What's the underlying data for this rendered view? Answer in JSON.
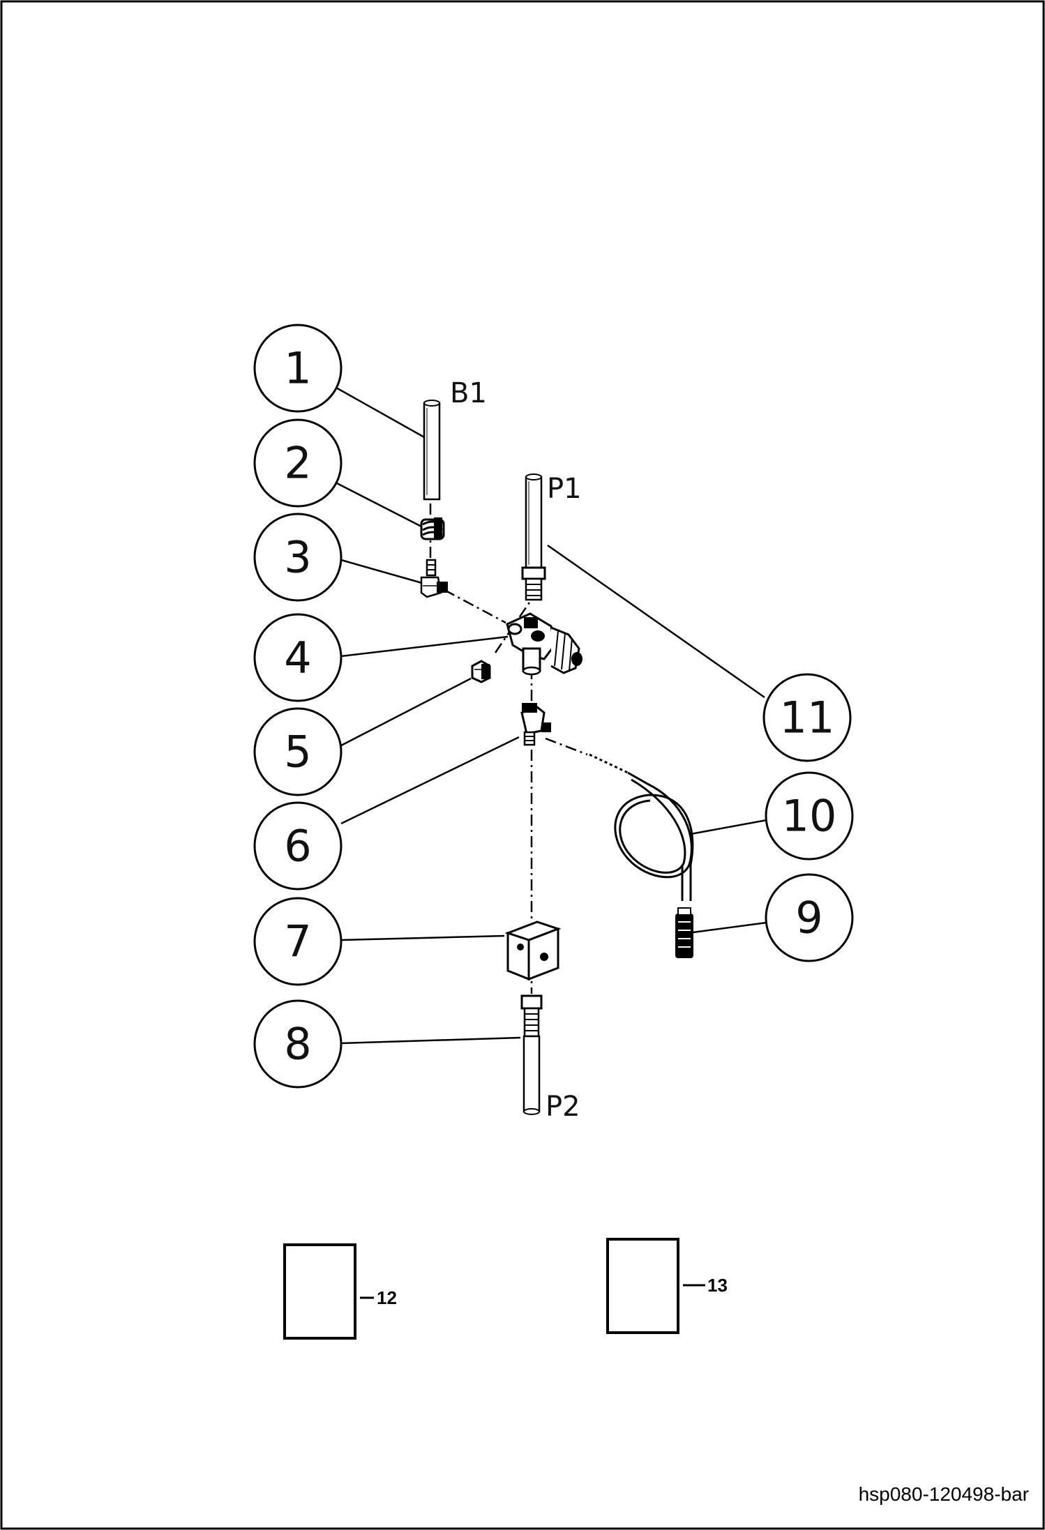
{
  "callouts": [
    {
      "id": "1",
      "label": "1"
    },
    {
      "id": "2",
      "label": "2"
    },
    {
      "id": "3",
      "label": "3"
    },
    {
      "id": "4",
      "label": "4"
    },
    {
      "id": "5",
      "label": "5"
    },
    {
      "id": "6",
      "label": "6"
    },
    {
      "id": "7",
      "label": "7"
    },
    {
      "id": "8",
      "label": "8"
    },
    {
      "id": "9",
      "label": "9"
    },
    {
      "id": "10",
      "label": "10"
    },
    {
      "id": "11",
      "label": "11"
    }
  ],
  "ports": {
    "b1": "B1",
    "p1": "P1",
    "p2": "P2"
  },
  "kits": [
    {
      "id": "12",
      "label": "12"
    },
    {
      "id": "13",
      "label": "13"
    }
  ],
  "footer": {
    "drawing_id": "hsp080-120498-bar"
  }
}
